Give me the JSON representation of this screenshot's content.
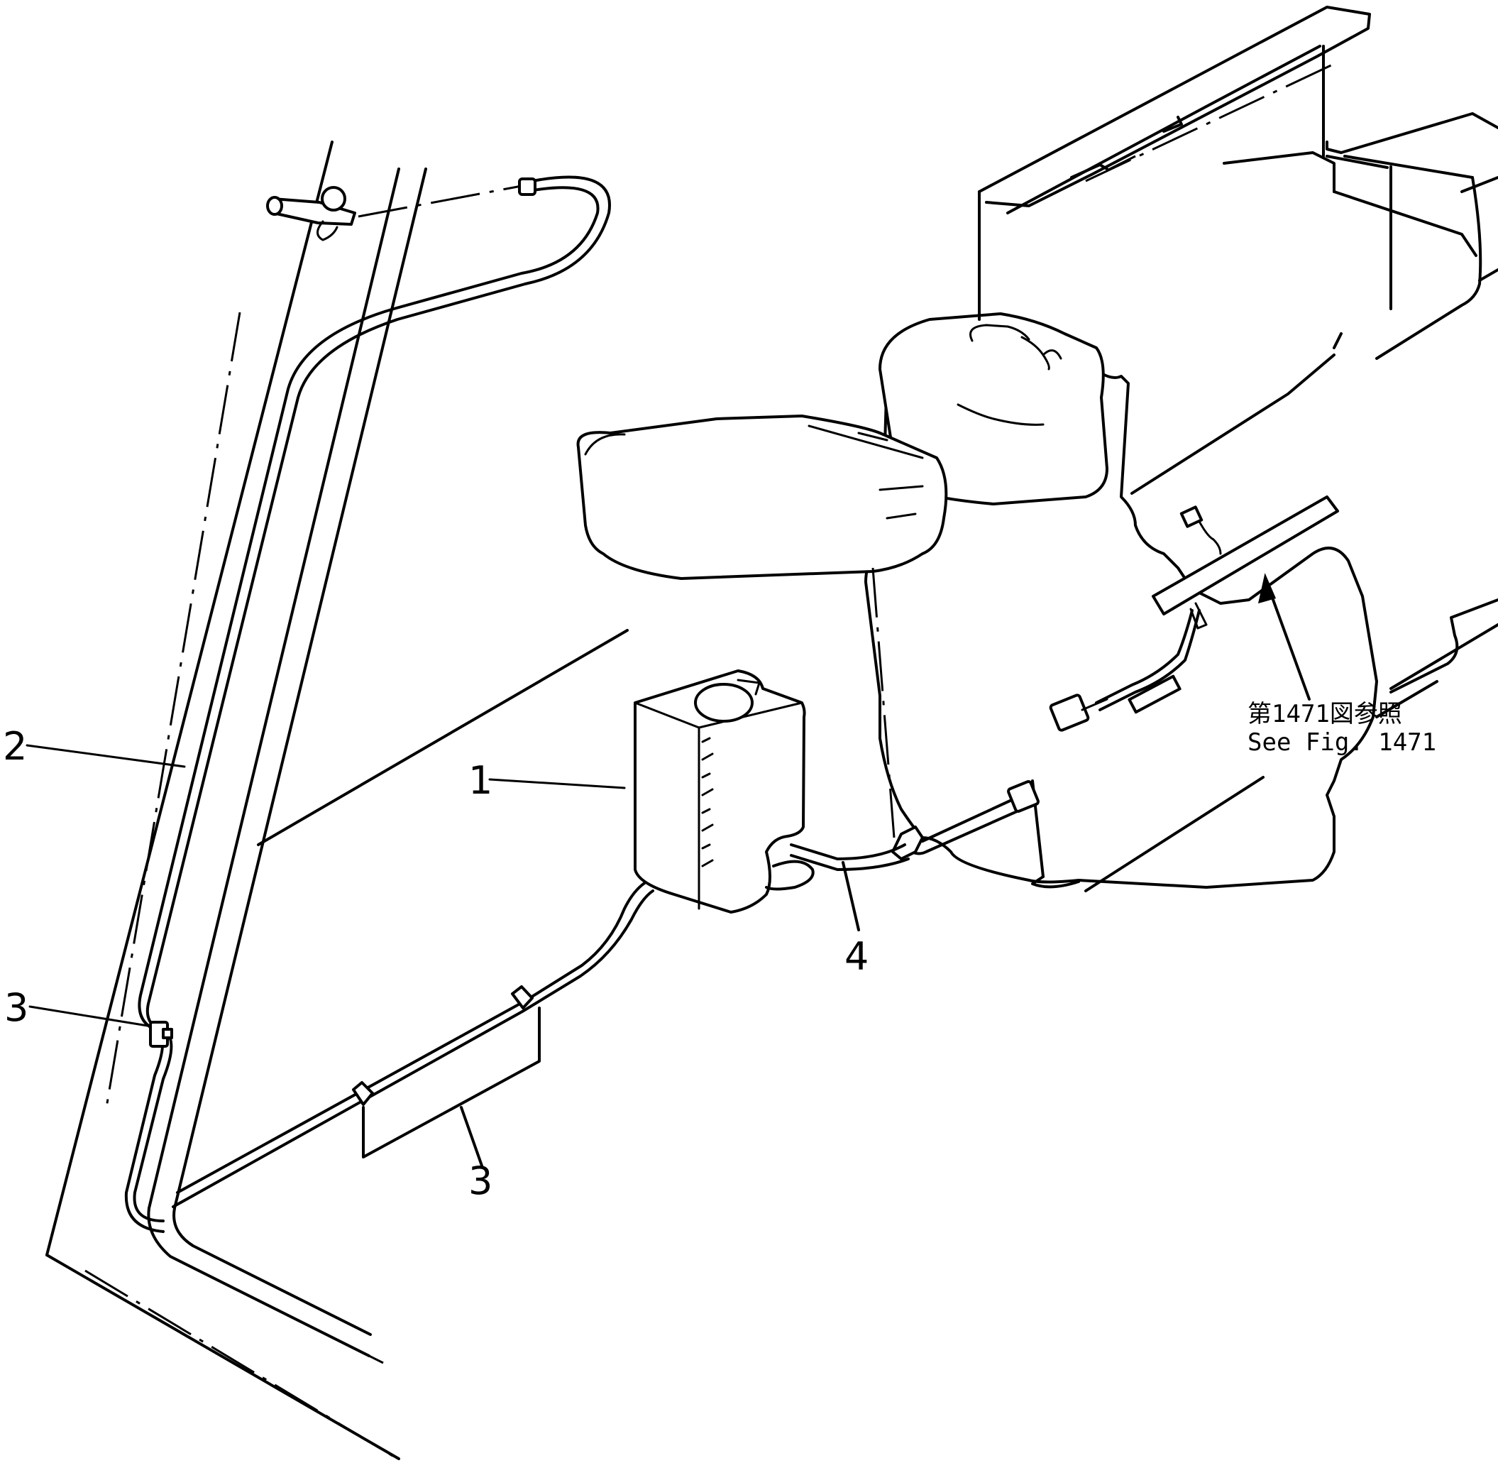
{
  "callouts": {
    "c1": "1",
    "c2": "2",
    "c3_left": "3",
    "c3_bottom": "3",
    "c4": "4"
  },
  "reference": {
    "line_jp": "第1471図参照",
    "line_en": "See Fig. 1471"
  }
}
